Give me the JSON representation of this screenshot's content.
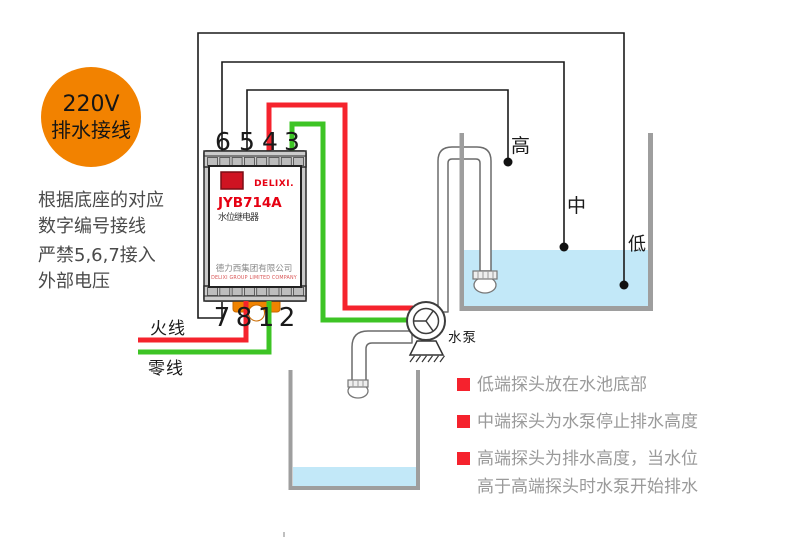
{
  "badge": {
    "line1": "220V",
    "line2": "排水接线",
    "color": "#F28200"
  },
  "instructions": {
    "para1_line1": "根据底座的对应",
    "para1_line2": "数字编号接线",
    "para2_line1": "严禁5,6,7接入",
    "para2_line2": "外部电压"
  },
  "relay": {
    "brand": "DELIXI.",
    "model": "JYB714A",
    "product_name": "水位继电器",
    "company_cn": "德力西集团有限公司",
    "company_en": "DELIXI GROUP LIMITED COMPANY",
    "top_terminals": [
      "6",
      "5",
      "4",
      "3"
    ],
    "bottom_terminals": [
      "7",
      "8",
      "1",
      "2"
    ],
    "brand_color": "#E60012",
    "led_color": "#CF1322",
    "clip_color": "#F08300"
  },
  "wires": {
    "live_label": "火线",
    "neutral_label": "零线",
    "live_color": "#F5232D",
    "neutral_color": "#3DC425",
    "probe_wire_color": "#1A1A1A"
  },
  "pump": {
    "label": "水泵"
  },
  "probes": {
    "high": "高",
    "middle": "中",
    "low": "低"
  },
  "tank": {
    "water_color": "#C2E8F8",
    "wall_color": "#9E9E9E"
  },
  "notes": {
    "bullet_color": "#F5222D",
    "items": [
      {
        "lines": [
          "低端探头放在水池底部"
        ]
      },
      {
        "lines": [
          "中端探头为水泵停止排水高度"
        ]
      },
      {
        "lines": [
          "高端探头为排水高度，当水位",
          "高于高端探头时水泵开始排水"
        ]
      }
    ]
  }
}
